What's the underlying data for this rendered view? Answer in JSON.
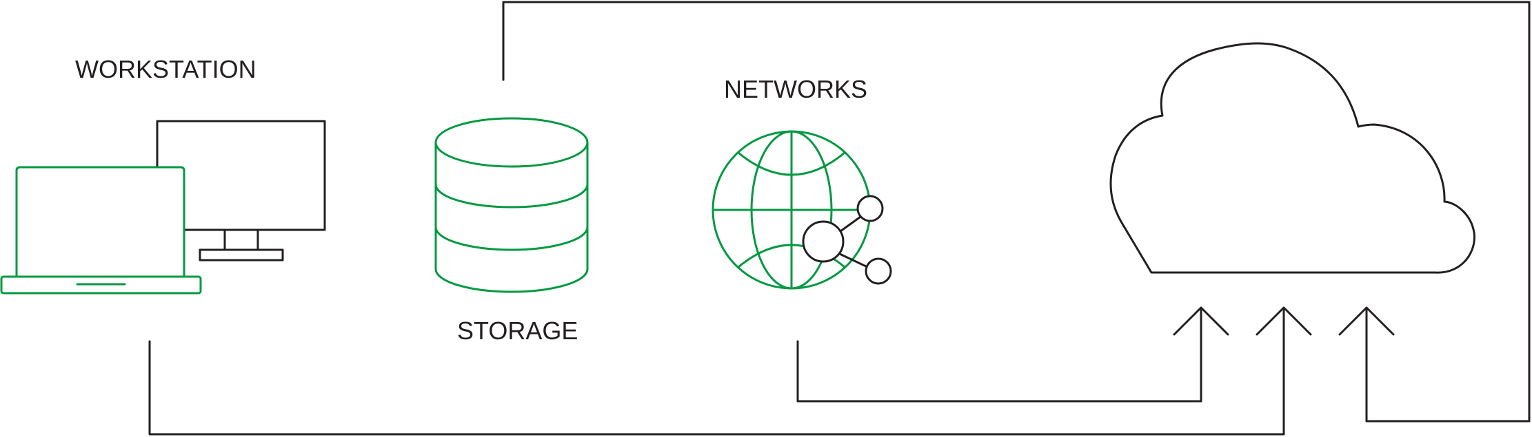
{
  "labels": {
    "workstation": "WORKSTATION",
    "storage": "STORAGE",
    "networks": "NETWORKS"
  },
  "icons": [
    "desktop-monitor-icon",
    "laptop-icon",
    "database-icon",
    "globe-network-icon",
    "cloud-icon",
    "upload-arrow-icon"
  ],
  "colors": {
    "accent": "#009940",
    "line": "#231f20",
    "background": "#ffffff"
  }
}
